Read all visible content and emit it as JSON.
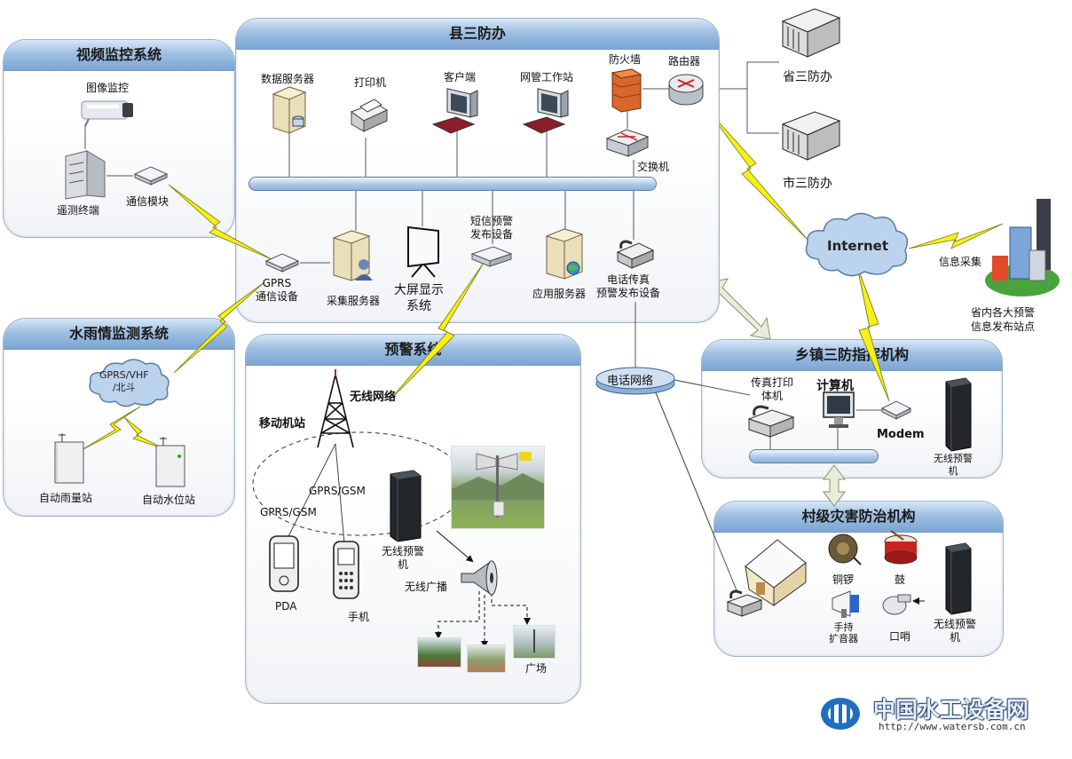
{
  "panels": {
    "video": {
      "title": "视频监控系统"
    },
    "county": {
      "title": "县三防办"
    },
    "hydro": {
      "title": "水雨情监测系统"
    },
    "warning": {
      "title": "预警系统"
    },
    "town": {
      "title": "乡镇三防指挥机构"
    },
    "village": {
      "title": "村级灾害防治机构"
    }
  },
  "video": {
    "camera": "图像监控",
    "terminal": "遥测终端",
    "comm_module": "通信模块"
  },
  "county": {
    "data_server": "数据服务器",
    "printer": "打印机",
    "client": "客户端",
    "nms_station": "网管工作站",
    "firewall": "防火墙",
    "router": "路由器",
    "switch": "交换机",
    "gprs_device": "GPRS\n通信设备",
    "collect_server": "采集服务器",
    "big_screen": "大屏显示\n系统",
    "sms_device": "短信预警\n发布设备",
    "app_server": "应用服务器",
    "fax_device": "电话传真\n预警发布设备"
  },
  "external": {
    "province": "省三防办",
    "city": "市三防办",
    "internet": "Internet",
    "info_collect": "信息采集",
    "province_sites": "省内各大预警\n信息发布站点",
    "phone_network": "电话网络"
  },
  "hydro": {
    "cloud": "GPRS/VHF\n/北斗",
    "rain_station": "自动雨量站",
    "water_station": "自动水位站"
  },
  "warning": {
    "wireless_net": "无线网络",
    "base_station": "移动机站",
    "gprs_gsm_1": "GPRS/GSM",
    "gprs_gsm_2": "GPRS/GSM",
    "pda": "PDA",
    "phone": "手机",
    "wireless_alarm": "无线预警\n机",
    "wireless_broadcast": "无线广播",
    "square": "广场"
  },
  "town": {
    "fax_printer": "传真打印\n体机",
    "computer": "计算机",
    "modem": "Modem",
    "wireless_alarm": "无线预警\n机"
  },
  "village": {
    "gong": "铜锣",
    "drum": "鼓",
    "megaphone": "手持\n扩音器",
    "whistle": "口哨",
    "wireless_alarm": "无线预警\n机"
  },
  "brand": {
    "name": "中国水工设备网",
    "url": "http://www.watersb.com.cn"
  },
  "colors": {
    "header_blue": "#7aa5d3",
    "bus_blue": "#a9c6e6",
    "lightning": "#f2ec1a",
    "cloud": "#bcd3ee",
    "brand_blue": "#1e6fc0"
  }
}
